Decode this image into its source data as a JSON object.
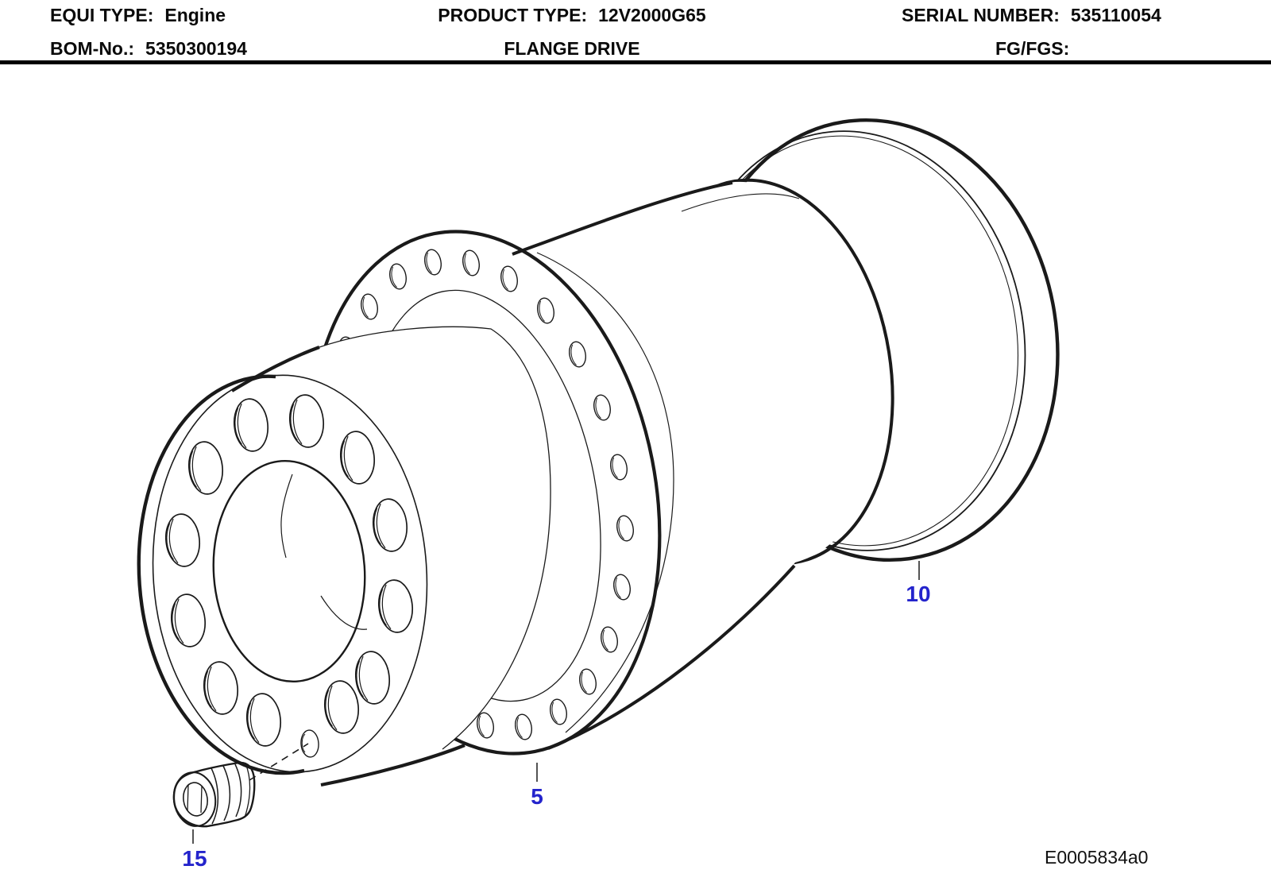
{
  "header": {
    "equi_type_label": "EQUI TYPE:",
    "equi_type_value": "Engine",
    "product_type_label": "PRODUCT TYPE:",
    "product_type_value": "12V2000G65",
    "serial_number_label": "SERIAL NUMBER:",
    "serial_number_value": "535110054",
    "bom_label": "BOM-No.:",
    "bom_value": "5350300194",
    "sheet_title": "FLANGE DRIVE",
    "fg_label": "FG/FGS:",
    "fg_value": ""
  },
  "drawing": {
    "figure_code": "E0005834a0",
    "callout_color": "#2424cc",
    "callouts": [
      {
        "ref": "5"
      },
      {
        "ref": "10"
      },
      {
        "ref": "15"
      }
    ]
  }
}
